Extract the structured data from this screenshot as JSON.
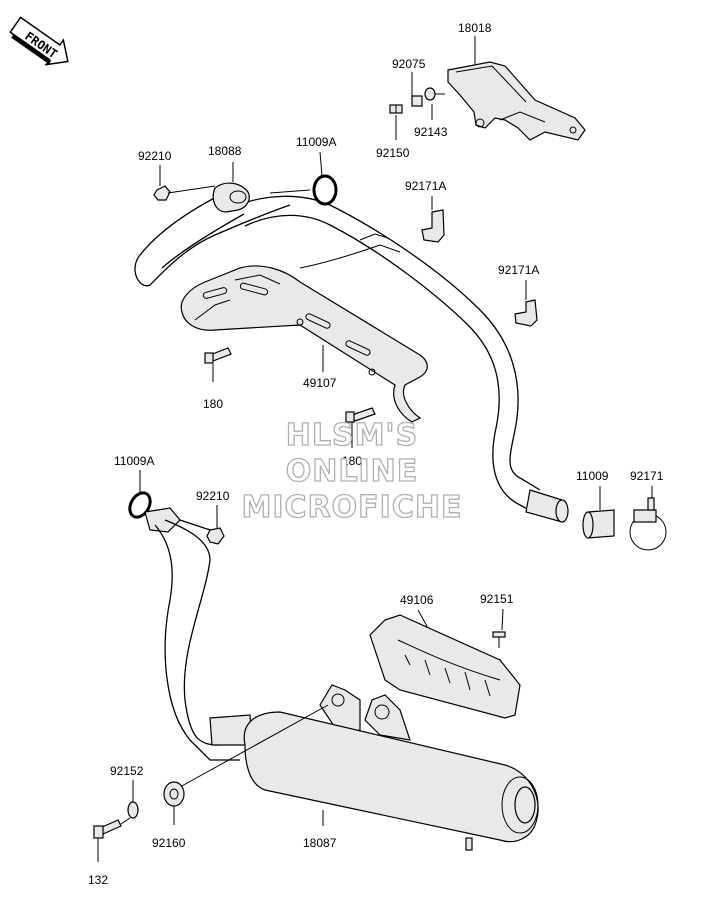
{
  "front_indicator": {
    "text": "FRONT",
    "icon": "front-arrow-icon"
  },
  "watermark": {
    "line1": "HLSM'S",
    "line2": "ONLINE",
    "line3": "MICROFICHE"
  },
  "parts": {
    "p18018": "18018",
    "p92075": "92075",
    "p92143": "92143",
    "p92150": "92150",
    "p92210a": "92210",
    "p18088": "18088",
    "p11009a_top": "11009A",
    "p92171a_1": "92171A",
    "p92171a_2": "92171A",
    "p180_a": "180",
    "p49107": "49107",
    "p180_b": "180",
    "p11009a_bottom": "11009A",
    "p92210b": "92210",
    "p11009": "11009",
    "p92171": "92171",
    "p49106": "49106",
    "p92151": "92151",
    "p92152": "92152",
    "p92160": "92160",
    "p18087": "18087",
    "p132": "132"
  }
}
